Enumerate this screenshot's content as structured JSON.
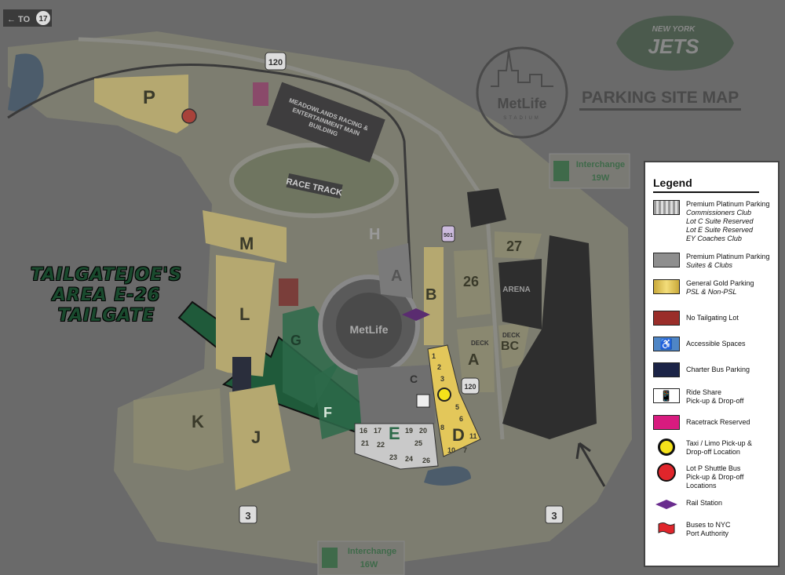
{
  "header": {
    "title": "PARKING SITE MAP",
    "team_logo_top": "NEW YORK",
    "team_logo_main": "JETS",
    "stadium_logo": "MetLife",
    "stadium_sub": "STADIUM"
  },
  "callout": {
    "line1": "TAILGATEJOE'S",
    "line2": "AREA E-26",
    "line3": "TAILGATE"
  },
  "roads": {
    "to17": "← TO",
    "r17": "17",
    "r120a": "120",
    "r120b": "120",
    "r501": "501",
    "r3a": "3",
    "r3b": "3",
    "interchange19": "Interchange",
    "interchange19_num": "19W",
    "interchange16": "Interchange",
    "interchange16_num": "16W"
  },
  "places": {
    "main_building": "MEADOWLANDS RACING & ENTERTAINMENT MAIN BUILDING",
    "race_track": "RACE TRACK",
    "arena": "ARENA",
    "deck_a": "DECK",
    "deck_a_letter": "A",
    "deck_bc": "DECK",
    "deck_bc_letter": "BC",
    "lot26": "26",
    "lot27": "27"
  },
  "lots": {
    "P": "P",
    "M": "M",
    "L": "L",
    "K": "K",
    "J": "J",
    "H": "H",
    "A": "A",
    "B": "B",
    "C": "C",
    "D": "D",
    "E": "E",
    "F": "F",
    "G": "G"
  },
  "lot_e_sections": [
    "16",
    "17",
    "19",
    "20",
    "21",
    "22",
    "25",
    "23",
    "24",
    "26"
  ],
  "lot_d_sections": [
    "1",
    "2",
    "3",
    "5",
    "6",
    "8",
    "7",
    "11",
    "10"
  ],
  "legend": {
    "title": "Legend",
    "items": [
      {
        "label": "Premium Platinum Parking",
        "sub": [
          "Commissioners Club",
          "Lot C Suite Reserved",
          "Lot E Suite Reserved",
          "EY Coaches Club"
        ],
        "color": "#b8b8b8"
      },
      {
        "label": "Premium Platinum Parking",
        "sub": [
          "Suites & Clubs"
        ],
        "color": "#8e8e8e"
      },
      {
        "label": "General Gold Parking",
        "sub": [
          "PSL & Non-PSL"
        ],
        "color": "#e3c75a"
      },
      {
        "label": "No Tailgating Lot",
        "sub": [],
        "color": "#9a2e2a"
      },
      {
        "label": "Accessible Spaces",
        "sub": [],
        "color": "#4f86c6"
      },
      {
        "label": "Charter Bus Parking",
        "sub": [],
        "color": "#1c2447"
      },
      {
        "label": "Ride Share",
        "sub2": "Pick-up & Drop-off",
        "color": "#ffffff"
      },
      {
        "label": "Racetrack Reserved",
        "sub": [],
        "color": "#d81b7f"
      },
      {
        "label": "Taxi / Limo Pick-up &",
        "sub2": "Drop-off Location",
        "color": "#f4e11a"
      },
      {
        "label": "Lot P Shuttle Bus",
        "sub2": "Pick-up & Drop-off",
        "sub3": "Locations",
        "color": "#e0252b"
      },
      {
        "label": "Rail Station",
        "color": "#6a2c8e"
      },
      {
        "label": "Buses to NYC",
        "sub2": "Port Authority",
        "color": "#e0252b"
      }
    ]
  }
}
